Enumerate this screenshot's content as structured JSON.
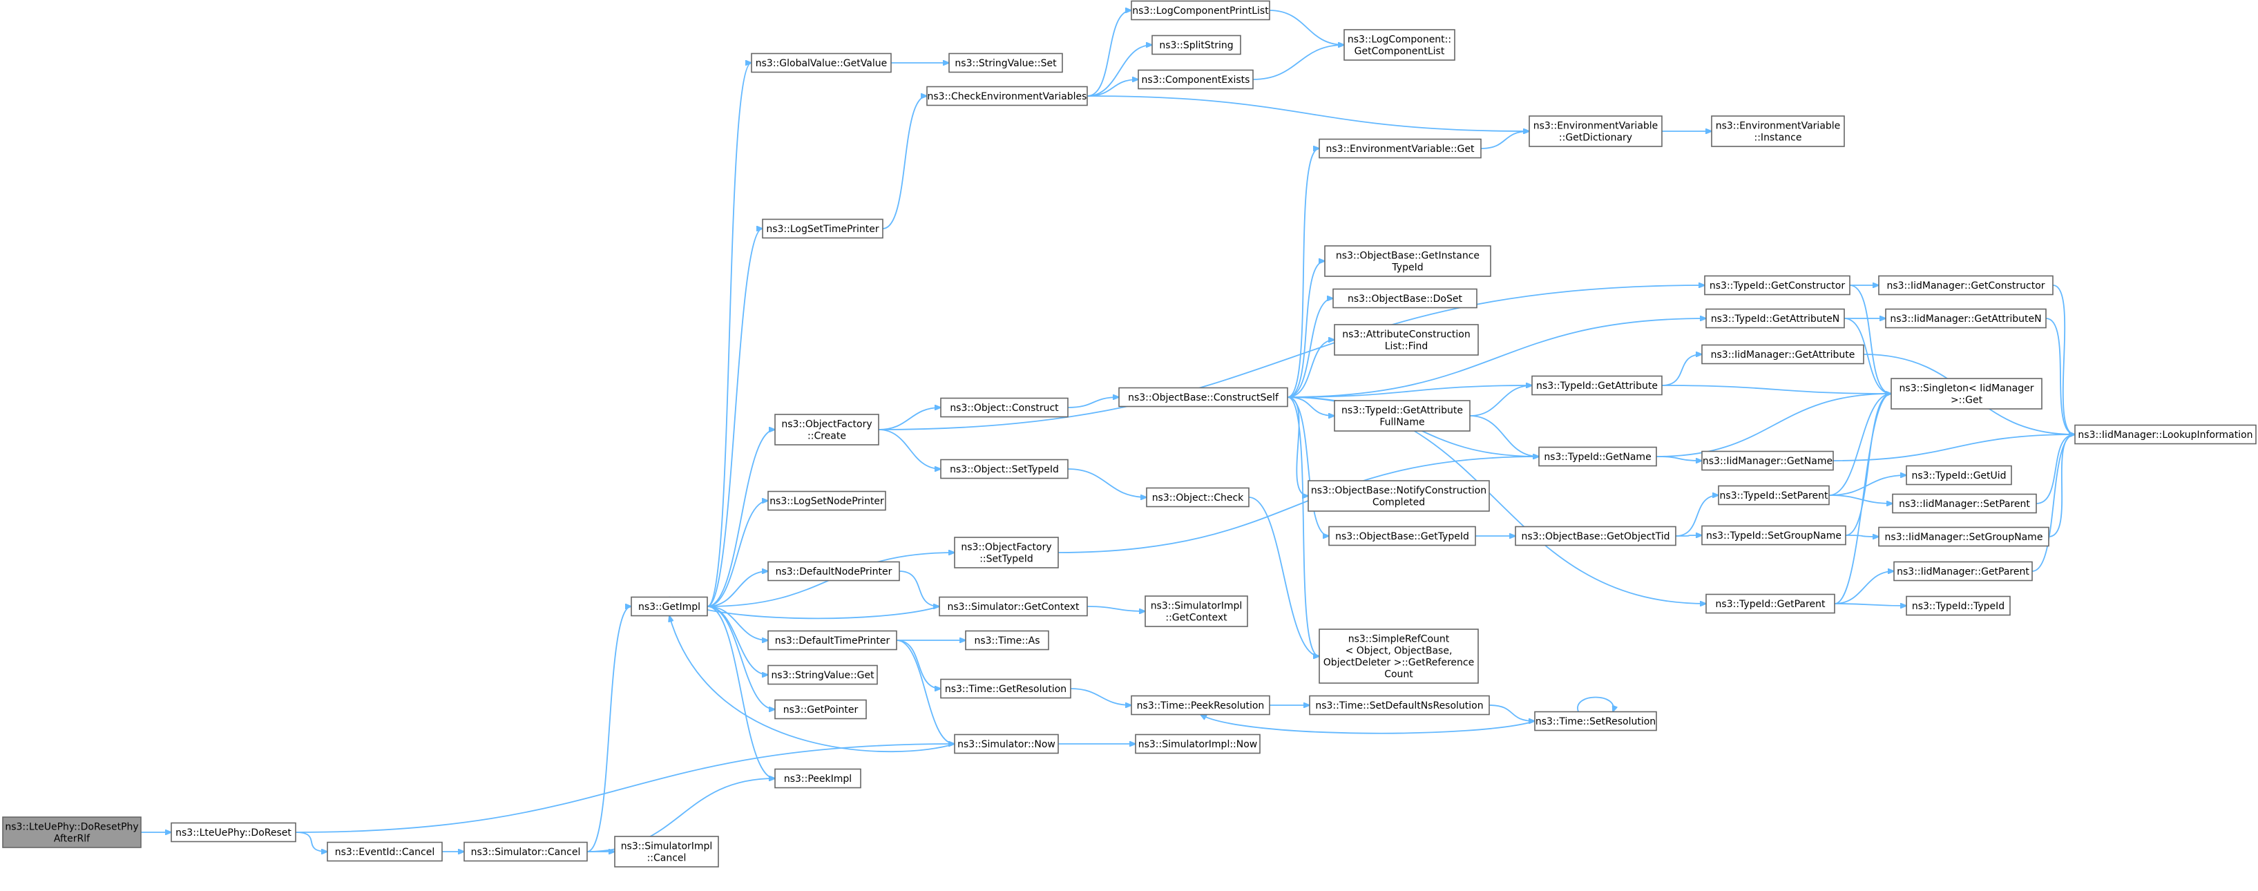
{
  "diagram": {
    "nodes": [
      {
        "id": "root",
        "lines": [
          "ns3::LteUePhy::DoResetPhy",
          "AfterRlf"
        ],
        "root": true
      },
      {
        "id": "doreset",
        "lines": [
          "ns3::LteUePhy::DoReset"
        ]
      },
      {
        "id": "eventcancel",
        "lines": [
          "ns3::EventId::Cancel"
        ]
      },
      {
        "id": "simcancel",
        "lines": [
          "ns3::Simulator::Cancel"
        ]
      },
      {
        "id": "simimplcancel",
        "lines": [
          "ns3::SimulatorImpl",
          "::Cancel"
        ]
      },
      {
        "id": "getimpl",
        "lines": [
          "ns3::GetImpl"
        ]
      },
      {
        "id": "peekimpl",
        "lines": [
          "ns3::PeekImpl"
        ]
      },
      {
        "id": "getpointer",
        "lines": [
          "ns3::GetPointer"
        ]
      },
      {
        "id": "stringvalueget",
        "lines": [
          "ns3::StringValue::Get"
        ]
      },
      {
        "id": "defaulttimeprinter",
        "lines": [
          "ns3::DefaultTimePrinter"
        ]
      },
      {
        "id": "defaultnodeprinter",
        "lines": [
          "ns3::DefaultNodePrinter"
        ]
      },
      {
        "id": "lognodeprinter",
        "lines": [
          "ns3::LogSetNodePrinter"
        ]
      },
      {
        "id": "ofcreate",
        "lines": [
          "ns3::ObjectFactory",
          "::Create"
        ]
      },
      {
        "id": "logtimeprinter",
        "lines": [
          "ns3::LogSetTimePrinter"
        ]
      },
      {
        "id": "globalvalueget",
        "lines": [
          "ns3::GlobalValue::GetValue"
        ]
      },
      {
        "id": "stringvalueset",
        "lines": [
          "ns3::StringValue::Set"
        ]
      },
      {
        "id": "checkenv",
        "lines": [
          "ns3::CheckEnvironmentVariables"
        ]
      },
      {
        "id": "logcompprint",
        "lines": [
          "ns3::LogComponentPrintList"
        ]
      },
      {
        "id": "splitstring",
        "lines": [
          "ns3::SplitString"
        ]
      },
      {
        "id": "compexists",
        "lines": [
          "ns3::ComponentExists"
        ]
      },
      {
        "id": "getcomplist",
        "lines": [
          "ns3::LogComponent::",
          "GetComponentList"
        ]
      },
      {
        "id": "envgetdict",
        "lines": [
          "ns3::EnvironmentVariable",
          "::GetDictionary"
        ]
      },
      {
        "id": "envinstance",
        "lines": [
          "ns3::EnvironmentVariable",
          "::Instance"
        ]
      },
      {
        "id": "envget",
        "lines": [
          "ns3::EnvironmentVariable::Get"
        ]
      },
      {
        "id": "simnow",
        "lines": [
          "ns3::Simulator::Now"
        ]
      },
      {
        "id": "simimplnow",
        "lines": [
          "ns3::SimulatorImpl::Now"
        ]
      },
      {
        "id": "timeas",
        "lines": [
          "ns3::Time::As"
        ]
      },
      {
        "id": "timegetres",
        "lines": [
          "ns3::Time::GetResolution"
        ]
      },
      {
        "id": "timepeekres",
        "lines": [
          "ns3::Time::PeekResolution"
        ]
      },
      {
        "id": "timesetdefault",
        "lines": [
          "ns3::Time::SetDefaultNsResolution"
        ]
      },
      {
        "id": "timesetres",
        "lines": [
          "ns3::Time::SetResolution"
        ]
      },
      {
        "id": "simgetcontext",
        "lines": [
          "ns3::Simulator::GetContext"
        ]
      },
      {
        "id": "simimplgetcontext",
        "lines": [
          "ns3::SimulatorImpl",
          "::GetContext"
        ]
      },
      {
        "id": "ofsettypeid",
        "lines": [
          "ns3::ObjectFactory",
          "::SetTypeId"
        ]
      },
      {
        "id": "objconstruct",
        "lines": [
          "ns3::Object::Construct"
        ]
      },
      {
        "id": "objsettypeid",
        "lines": [
          "ns3::Object::SetTypeId"
        ]
      },
      {
        "id": "objcheck",
        "lines": [
          "ns3::Object::Check"
        ]
      },
      {
        "id": "obconstructself",
        "lines": [
          "ns3::ObjectBase::ConstructSelf"
        ]
      },
      {
        "id": "obgetinstance",
        "lines": [
          "ns3::ObjectBase::GetInstance",
          "TypeId"
        ]
      },
      {
        "id": "obdoset",
        "lines": [
          "ns3::ObjectBase::DoSet"
        ]
      },
      {
        "id": "acfind",
        "lines": [
          "ns3::AttributeConstruction",
          "List::Find"
        ]
      },
      {
        "id": "tidgetattrfull",
        "lines": [
          "ns3::TypeId::GetAttribute",
          "FullName"
        ]
      },
      {
        "id": "obnotify",
        "lines": [
          "ns3::ObjectBase::NotifyConstruction",
          "Completed"
        ]
      },
      {
        "id": "obgettypeid",
        "lines": [
          "ns3::ObjectBase::GetTypeId"
        ]
      },
      {
        "id": "simplerefcount",
        "lines": [
          "ns3::SimpleRefCount",
          "< Object, ObjectBase,",
          "ObjectDeleter >::GetReference",
          "Count"
        ]
      },
      {
        "id": "tidgetattr",
        "lines": [
          "ns3::TypeId::GetAttribute"
        ]
      },
      {
        "id": "tidgetname",
        "lines": [
          "ns3::TypeId::GetName"
        ]
      },
      {
        "id": "obgetobjecttid",
        "lines": [
          "ns3::ObjectBase::GetObjectTid"
        ]
      },
      {
        "id": "tidgetconstructor",
        "lines": [
          "ns3::TypeId::GetConstructor"
        ]
      },
      {
        "id": "tidgetattrn",
        "lines": [
          "ns3::TypeId::GetAttributeN"
        ]
      },
      {
        "id": "iidgetattr",
        "lines": [
          "ns3::IidManager::GetAttribute"
        ]
      },
      {
        "id": "iidgetname",
        "lines": [
          "ns3::IidManager::GetName"
        ]
      },
      {
        "id": "tidsetparent",
        "lines": [
          "ns3::TypeId::SetParent"
        ]
      },
      {
        "id": "tidsetgroup",
        "lines": [
          "ns3::TypeId::SetGroupName"
        ]
      },
      {
        "id": "tidgetparent",
        "lines": [
          "ns3::TypeId::GetParent"
        ]
      },
      {
        "id": "iidgetconstructor",
        "lines": [
          "ns3::IidManager::GetConstructor"
        ]
      },
      {
        "id": "iidgetattrn",
        "lines": [
          "ns3::IidManager::GetAttributeN"
        ]
      },
      {
        "id": "singletonget",
        "lines": [
          "ns3::Singleton< IidManager",
          ">::Get"
        ]
      },
      {
        "id": "tidgetuid",
        "lines": [
          "ns3::TypeId::GetUid"
        ]
      },
      {
        "id": "iidsetparent",
        "lines": [
          "ns3::IidManager::SetParent"
        ]
      },
      {
        "id": "iidsetgroup",
        "lines": [
          "ns3::IidManager::SetGroupName"
        ]
      },
      {
        "id": "iidgetparent",
        "lines": [
          "ns3::IidManager::GetParent"
        ]
      },
      {
        "id": "tidtypeid",
        "lines": [
          "ns3::TypeId::TypeId"
        ]
      },
      {
        "id": "iidlookup",
        "lines": [
          "ns3::IidManager::LookupInformation"
        ]
      }
    ],
    "edges": [
      [
        "root",
        "doreset"
      ],
      [
        "doreset",
        "eventcancel"
      ],
      [
        "doreset",
        "simnow"
      ],
      [
        "eventcancel",
        "simcancel"
      ],
      [
        "simcancel",
        "simimplcancel"
      ],
      [
        "simcancel",
        "getimpl"
      ],
      [
        "simcancel",
        "peekimpl"
      ],
      [
        "getimpl",
        "globalvalueget"
      ],
      [
        "getimpl",
        "logtimeprinter"
      ],
      [
        "getimpl",
        "ofcreate"
      ],
      [
        "getimpl",
        "lognodeprinter"
      ],
      [
        "getimpl",
        "ofsettypeid"
      ],
      [
        "getimpl",
        "defaultnodeprinter"
      ],
      [
        "getimpl",
        "defaulttimeprinter"
      ],
      [
        "getimpl",
        "stringvalueget"
      ],
      [
        "getimpl",
        "getpointer"
      ],
      [
        "getimpl",
        "peekimpl"
      ],
      [
        "globalvalueget",
        "stringvalueset"
      ],
      [
        "logtimeprinter",
        "checkenv"
      ],
      [
        "checkenv",
        "logcompprint"
      ],
      [
        "checkenv",
        "splitstring"
      ],
      [
        "checkenv",
        "compexists"
      ],
      [
        "checkenv",
        "envgetdict"
      ],
      [
        "logcompprint",
        "getcomplist"
      ],
      [
        "compexists",
        "getcomplist"
      ],
      [
        "envgetdict",
        "envinstance"
      ],
      [
        "envget",
        "envgetdict"
      ],
      [
        "ofcreate",
        "tidgetconstructor"
      ],
      [
        "ofcreate",
        "objconstruct"
      ],
      [
        "ofcreate",
        "objsettypeid"
      ],
      [
        "objconstruct",
        "obconstructself"
      ],
      [
        "objsettypeid",
        "objcheck"
      ],
      [
        "objcheck",
        "simplerefcount"
      ],
      [
        "ofsettypeid",
        "tidgetname"
      ],
      [
        "defaultnodeprinter",
        "simgetcontext"
      ],
      [
        "simgetcontext",
        "simimplgetcontext"
      ],
      [
        "simgetcontext",
        "getimpl"
      ],
      [
        "defaulttimeprinter",
        "timeas"
      ],
      [
        "defaulttimeprinter",
        "timegetres"
      ],
      [
        "defaulttimeprinter",
        "simnow"
      ],
      [
        "timegetres",
        "timepeekres"
      ],
      [
        "timepeekres",
        "timesetdefault"
      ],
      [
        "timesetdefault",
        "timesetres"
      ],
      [
        "timesetres",
        "timesetres"
      ],
      [
        "timesetres",
        "timepeekres"
      ],
      [
        "simnow",
        "simimplnow"
      ],
      [
        "simnow",
        "getimpl"
      ],
      [
        "obconstructself",
        "envget"
      ],
      [
        "obconstructself",
        "obgetinstance"
      ],
      [
        "obconstructself",
        "obdoset"
      ],
      [
        "obconstructself",
        "acfind"
      ],
      [
        "obconstructself",
        "tidgetattrfull"
      ],
      [
        "obconstructself",
        "obnotify"
      ],
      [
        "obconstructself",
        "obgettypeid"
      ],
      [
        "obconstructself",
        "simplerefcount"
      ],
      [
        "obconstructself",
        "tidgetattr"
      ],
      [
        "obconstructself",
        "tidgetname"
      ],
      [
        "obconstructself",
        "tidgetparent"
      ],
      [
        "obconstructself",
        "tidgetattrn"
      ],
      [
        "tidgetattrfull",
        "tidgetattr"
      ],
      [
        "tidgetattrfull",
        "tidgetname"
      ],
      [
        "obgettypeid",
        "obgetobjecttid"
      ],
      [
        "obgetobjecttid",
        "tidsetparent"
      ],
      [
        "obgetobjecttid",
        "tidsetgroup"
      ],
      [
        "tidgetattr",
        "iidgetattr"
      ],
      [
        "tidgetattr",
        "singletonget"
      ],
      [
        "tidgetname",
        "iidgetname"
      ],
      [
        "tidgetname",
        "singletonget"
      ],
      [
        "tidgetconstructor",
        "iidgetconstructor"
      ],
      [
        "tidgetconstructor",
        "singletonget"
      ],
      [
        "tidgetattrn",
        "iidgetattrn"
      ],
      [
        "tidgetattrn",
        "singletonget"
      ],
      [
        "iidgetattr",
        "iidlookup"
      ],
      [
        "iidgetname",
        "iidlookup"
      ],
      [
        "tidsetparent",
        "tidgetuid"
      ],
      [
        "tidsetparent",
        "iidsetparent"
      ],
      [
        "tidsetparent",
        "singletonget"
      ],
      [
        "tidsetgroup",
        "iidsetgroup"
      ],
      [
        "tidsetgroup",
        "singletonget"
      ],
      [
        "tidgetparent",
        "iidgetparent"
      ],
      [
        "tidgetparent",
        "tidtypeid"
      ],
      [
        "tidgetparent",
        "singletonget"
      ],
      [
        "iidgetconstructor",
        "iidlookup"
      ],
      [
        "iidgetattrn",
        "iidlookup"
      ],
      [
        "iidsetparent",
        "iidlookup"
      ],
      [
        "iidsetgroup",
        "iidlookup"
      ],
      [
        "iidgetparent",
        "iidlookup"
      ]
    ]
  }
}
